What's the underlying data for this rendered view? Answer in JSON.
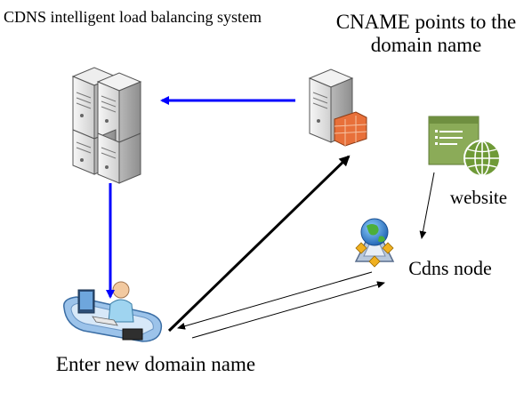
{
  "diagram": {
    "labels": {
      "cdns_system": "CDNS intelligent load balancing system",
      "cname": "CNAME points to the domain name",
      "website": "website",
      "cdns_node": "Cdns node",
      "enter_domain": "Enter new domain name"
    },
    "colors": {
      "blue_arrow": "#0000ff",
      "black_arrow": "#000000",
      "server_body": "#e6e6e6",
      "firewall": "#e8703a",
      "website_green": "#8bab58",
      "globe_green": "#6f9a37"
    },
    "icons": {
      "cdns_system": "server-cluster-icon",
      "cname": "server-firewall-icon",
      "website": "website-globe-icon",
      "cdns_node": "network-node-globe-icon",
      "enter_domain": "user-workstation-icon"
    }
  }
}
